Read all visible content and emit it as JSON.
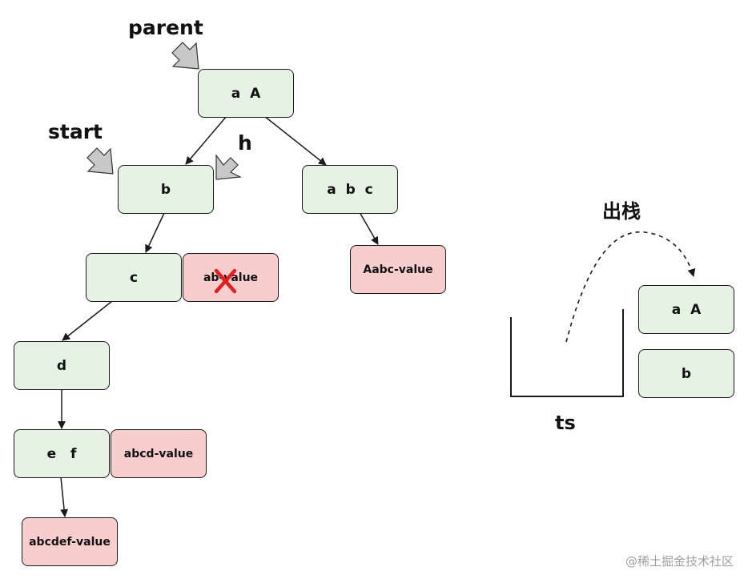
{
  "colors": {
    "node_fill": "#e5f2e4",
    "value_fill": "#f8cdcd",
    "stroke": "#1a1a1a",
    "pointer_arrow": "#c8c8c8",
    "delete_mark": "#e02020"
  },
  "pointers": {
    "parent": "parent",
    "start": "start",
    "h": "h"
  },
  "tree": {
    "root": "a  A",
    "b": "b",
    "abc": "a  b  c",
    "abc_value": "Aabc-value",
    "c": "c",
    "ab_value": "ab-value",
    "d": "d",
    "ef": "e   f",
    "abcd_value": "abcd-value",
    "abcdef_value": "abcdef-value"
  },
  "stack": {
    "pop_label": "出栈",
    "name": "ts",
    "items": [
      "a  A",
      "b"
    ]
  },
  "watermark": "@稀土掘金技术社区"
}
